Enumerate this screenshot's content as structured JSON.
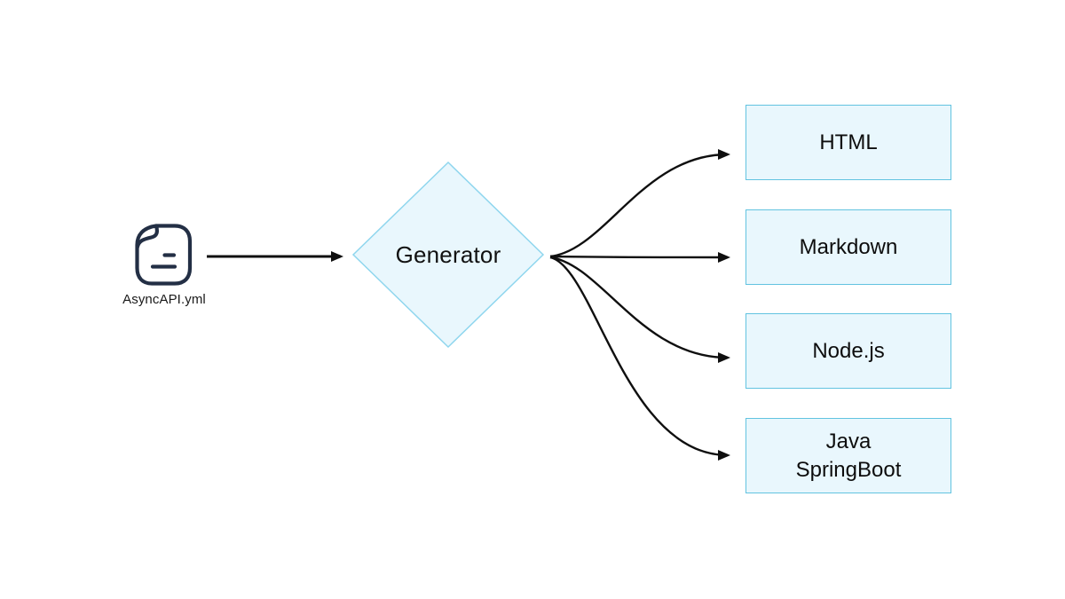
{
  "diagram": {
    "type": "flow-diagram",
    "background": "#ffffff",
    "colors": {
      "node_fill": "#e9f7fd",
      "box_border": "#62c3e0",
      "diamond_border": "#8fd6ee",
      "arrow": "#0f0f0f",
      "icon_stroke": "#232f45",
      "text": "#111111"
    },
    "source": {
      "icon": "file-document-icon",
      "label": "AsyncAPI.yml"
    },
    "generator": {
      "shape": "diamond",
      "label": "Generator"
    },
    "outputs": [
      {
        "label": "HTML"
      },
      {
        "label": "Markdown"
      },
      {
        "label": "Node.js"
      },
      {
        "label": "Java\nSpringBoot"
      }
    ],
    "edges": [
      {
        "from": "source",
        "to": "generator",
        "style": "straight-arrow"
      },
      {
        "from": "generator",
        "to": "HTML",
        "style": "curved-arrow"
      },
      {
        "from": "generator",
        "to": "Markdown",
        "style": "straight-arrow"
      },
      {
        "from": "generator",
        "to": "Node.js",
        "style": "curved-arrow"
      },
      {
        "from": "generator",
        "to": "Java SpringBoot",
        "style": "curved-arrow"
      }
    ]
  }
}
